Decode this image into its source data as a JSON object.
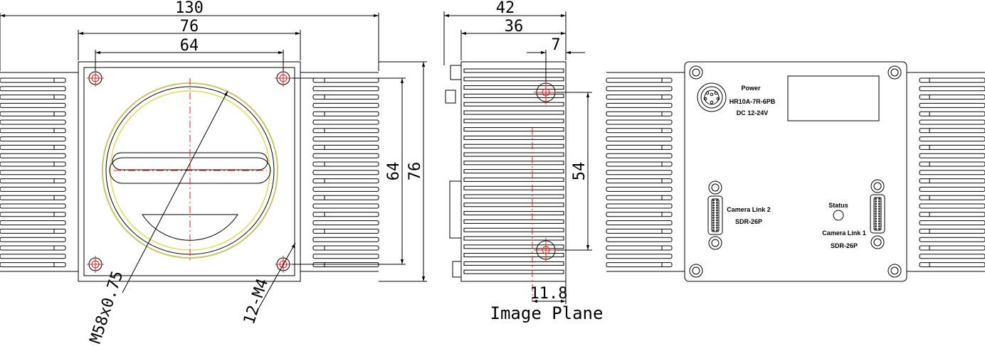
{
  "dimensions": {
    "front_overall_width": "130",
    "front_body_width": "76",
    "front_hole_spacing_x": "64",
    "front_hole_spacing_y": "64",
    "front_body_height": "76",
    "mount_thread": "M58x0.75",
    "mount_holes": "12-M4",
    "side_overall_depth": "42",
    "side_body_depth": "36",
    "side_hole_offset": "7",
    "side_hole_spacing": "54",
    "image_plane_distance": "11.8",
    "image_plane_label": "Image Plane"
  },
  "back_panel": {
    "power_title": "Power",
    "power_connector": "HR10A-7R-6PB",
    "power_voltage": "DC 12-24V",
    "cl2_title": "Camera Link 2",
    "cl2_connector": "SDR-26P",
    "status_label": "Status",
    "cl1_title": "Camera Link 1",
    "cl1_connector": "SDR-26P"
  }
}
